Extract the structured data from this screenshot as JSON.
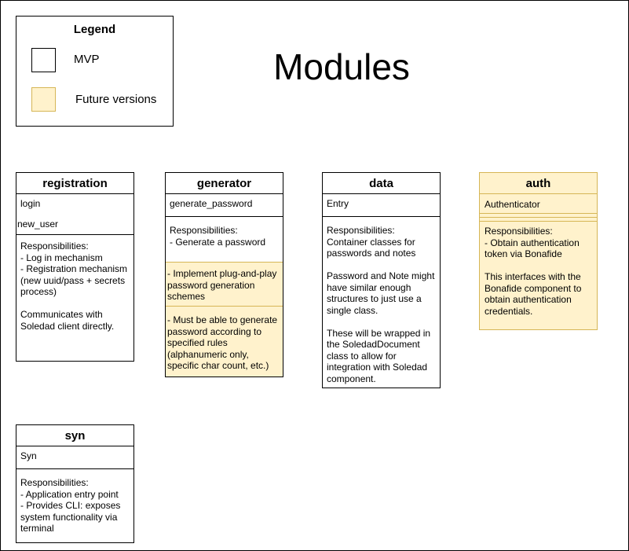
{
  "title": "Modules",
  "legend": {
    "heading": "Legend",
    "items": [
      {
        "label": "MVP",
        "color": "#ffffff",
        "border": "#000000"
      },
      {
        "label": "Future versions",
        "color": "#fff2cc",
        "border": "#d6b656"
      }
    ]
  },
  "modules": {
    "registration": {
      "name": "registration",
      "fields": [
        "login",
        "new_user"
      ],
      "responsibilities": "Responsibilities:\n- Log in mechanism\n- Registration mechanism\n(new uuid/pass + secrets process)\n\nCommunicates with Soledad client directly.",
      "status": "MVP"
    },
    "generator": {
      "name": "generator",
      "fields": [
        "generate_password"
      ],
      "responsibilities": "Responsibilities:\n- Generate a password",
      "future_notes": [
        " - Implement plug-and-play password generation schemes",
        "- Must be able to generate password according to specified rules (alphanumeric only, specific char count, etc.)"
      ],
      "status": "MVP"
    },
    "data": {
      "name": "data",
      "fields": [
        "Entry"
      ],
      "responsibilities": "Responsibilities:\nContainer classes for passwords and notes\n\nPassword and Note might have similar enough structures to just use a single class.\n\nThese will be wrapped in the SoledadDocument class to allow for integration with Soledad component.",
      "status": "MVP"
    },
    "auth": {
      "name": "auth",
      "fields": [
        "Authenticator"
      ],
      "responsibilities": "Responsibilities:\n- Obtain authentication token via Bonafide\n\nThis interfaces with the Bonafide component to obtain authentication credentials.",
      "status": "Future versions"
    },
    "syn": {
      "name": "syn",
      "fields": [
        "Syn"
      ],
      "responsibilities": "Responsibilities:\n- Application entry point\n- Provides CLI: exposes system functionality via terminal",
      "status": "MVP"
    }
  }
}
